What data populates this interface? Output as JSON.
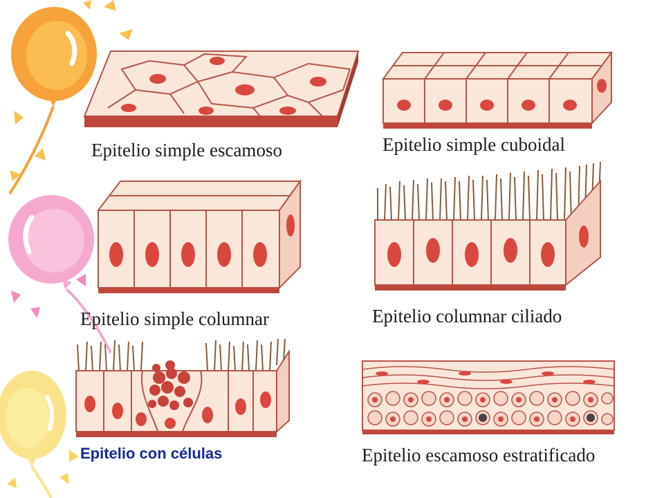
{
  "slide": {
    "panels": [
      {
        "id": "simple-escamoso",
        "caption": "Epitelio simple escamoso"
      },
      {
        "id": "simple-cuboidal",
        "caption": "Epitelio simple cuboidal"
      },
      {
        "id": "simple-columnar",
        "caption": "Epitelio simple columnar"
      },
      {
        "id": "columnar-ciliado",
        "caption": "Epitelio columnar ciliado"
      },
      {
        "id": "con-celulas",
        "caption": "Epitelio con células"
      },
      {
        "id": "escamoso-estratificado",
        "caption": "Epitelio escamoso estratificado"
      }
    ],
    "colors": {
      "cell_fill": "#fbe6da",
      "cell_stroke": "#b65447",
      "nucleus": "#d9473f",
      "base": "#c0473c",
      "balloon_orange": "#f7a23a",
      "balloon_pink": "#f6a9cf",
      "balloon_yellow": "#fae38a"
    }
  }
}
